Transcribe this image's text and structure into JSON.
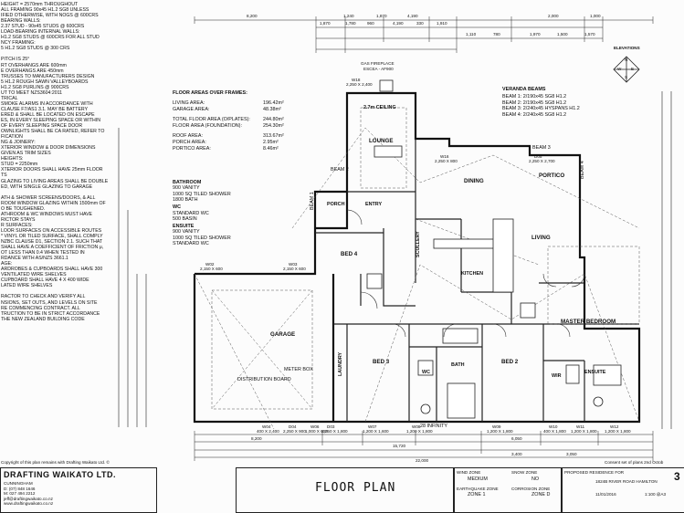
{
  "notes": [
    "HEIGHT = 2570mm THROUGHOUT",
    "ALL FRAMING 90x45 H1.2 SG8 UNLESS",
    "IFIED OTHERWISE, WITH NOGS @ 600CRS",
    "BEARING WALLS:",
    "2.37 STUD - 90x45 STUDS @ 600CRS",
    "LOAD-BEARING INTERNAL WALLS:",
    "H1.2 SG8 STUDS @ 600CRS FOR ALL STUD",
    "NCY FRAMING:",
    "5 H1.2 SG8 STUDS @ 300 CRS",
    "",
    "PITCH IS 25°",
    "RT OVERHANGS ARE 600mm",
    "E OVERHANGS ARE 450mm",
    "TRUSSES TO MANUFACTURERS DESIGN",
    "5 H1.2 ROUGH SAWN VALLEYBOARDS",
    "H1.2 SG8 PURLINS @ 900CRS",
    "UT TO MEET NZS3604:2011",
    "TRICAL",
    "SMOKE ALARMS IN ACCORDANCE WITH",
    "CLAUSE F7/AS1 3.1. MAY BE BATTERY",
    "ERED & SHALL BE LOCATED ON ESCAPE",
    "ES, IN EVERY SLEEPING SPACE OR WITHIN",
    "OF EVERY SLEEPING SPACE DOOR",
    "OWNLIGHTS SHALL BE CA RATED, REFER TO",
    "FICATION",
    "NG & JOINERY:",
    "XTERIOR WINDOW & DOOR DIMENSIONS",
    "GIVEN AS TRIM SIZES",
    "HEIGHTS:",
    "STUD      = 2250mm",
    "XTERIOR DOORS SHALL HAVE 25mm FLOOR",
    "TS",
    "GLAZING TO LIVING AREAS SHALL BE DOUBLE",
    "ED, WITH SINGLE GLAZING TO GARAGE",
    "",
    "ATH & SHOWER SCREENS/DOORS, & ALL",
    "ROOM WINDOW GLAZING WITHIN 1500mm OF",
    "O BE TOUGHENED.",
    "ATHROOM & WC WINDOWS MUST HAVE",
    "RICTOR STAYS",
    "R SURFACES:",
    "LOOR SURFACES ON ACCESSIBLE ROUTES",
    "* VINYL OR TILED SURFACE, SHALL COMPLY",
    "NZBC CLAUSE D1, SECTION 2.1. SUCH THAT",
    "SHALL HAVE A COEFFICIENT OF FRICTION μ,",
    "OT LESS THAN 0.4 WHEN TESTED IN",
    "RDANCE WITH AS/NZS 3661.1",
    "AGE:",
    "ARDROBES & CUPBOARDS SHALL HAVE 300",
    "VENTILATED WIRE SHELVES",
    "CUPBOARD SHALL HAVE 4 X 400 WIDE",
    "LATED WIRE SHELVES",
    "",
    "RACTOR TO CHECK AND VERIFY ALL",
    "NSIONS, SET OUTS, AND LEVELS ON SITE",
    "RE COMMENCING CONTRACT. ALL",
    "TRUCTION TO BE IN STRICT ACCORDANCE",
    "THE NEW ZEALAND BUILDING CODE"
  ],
  "areas": {
    "heading": "FLOOR AREAS OVER FRAMES:",
    "rows": [
      {
        "label": "LIVING AREA:",
        "value": "196.42m²"
      },
      {
        "label": "GARAGE AREA:",
        "value": "48.38m²"
      },
      {
        "label": "TOTAL FLOOR AREA (O/PLATES):",
        "value": "244.80m²"
      },
      {
        "label": "FLOOR AREA (FOUNDATION):",
        "value": "254.30m²"
      },
      {
        "label": "ROOF AREA:",
        "value": "313.67m²"
      },
      {
        "label": "PORCH AREA:",
        "value": "2.95m²"
      },
      {
        "label": "PORTICO AREA:",
        "value": "8.46m²"
      }
    ]
  },
  "fixtures": [
    {
      "title": "BATHROOM",
      "lines": [
        "900 VANITY",
        "1000 SQ TILED SHOWER",
        "1800 BATH"
      ]
    },
    {
      "title": "WC",
      "lines": [
        "STANDARD WC",
        "500 BASIN"
      ]
    },
    {
      "title": "ENSUITE",
      "lines": [
        "900 VANITY",
        "1000 SQ TILED SHOWER",
        "STANDARD WC"
      ]
    }
  ],
  "veranda": {
    "heading": "VERANDA BEAMS",
    "lines": [
      "BEAM 1: 2/190x45 SG8 H1.2",
      "BEAM 2: 2/190x45 SG8 H1.2",
      "BEAM 3: 2/240x45 HYSPANS H1.2",
      "BEAM 4: 2/240x45 SG8 H1.2"
    ]
  },
  "elevations": {
    "label": "ELEVATIONS",
    "n": "N",
    "s": "S",
    "e": "E",
    "w": "W"
  },
  "rooms": {
    "lounge": "LOUNGE",
    "ceiling": "2.7m CEILING",
    "dining": "DINING",
    "portico": "PORTICO",
    "living": "LIVING",
    "porch": "PORCH",
    "entry": "ENTRY",
    "bed4": "BED 4",
    "scullery": "SCULLERY",
    "kitchen": "KITCHEN",
    "garage": "GARAGE",
    "laundry": "LAUNDRY",
    "bed3": "BED 3",
    "wc": "WC",
    "bath": "BATH",
    "bed2": "BED 2",
    "wir": "WIR",
    "ensuite": "ENSUITE",
    "master": "MASTER BEDROOM",
    "meter": "METER BOX",
    "distribution": "DISTRIBUTION BOARD",
    "fireplace": "GAS FIREPLACE",
    "fireplace_model": "ESCEA - AF900"
  },
  "beams": {
    "b1": "BEAM 1",
    "b2": "BEAM 2",
    "b3": "BEAM 3",
    "b4": "BEAM 4"
  },
  "dims_top": [
    "8,200",
    "1,240",
    "1,870",
    "4,190",
    "2,000",
    "1,000",
    "1,870",
    "1,780",
    "960",
    "4,190",
    "330",
    "1,910",
    "1,110",
    "780",
    "1,970",
    "1,500",
    "1,570"
  ],
  "dims_bottom": [
    "8,200",
    "15,720",
    "3,400",
    "3,050",
    "6,050",
    "22,000"
  ],
  "window_tags": [
    {
      "id": "W04",
      "size": "400 X 2,400"
    },
    {
      "id": "D04",
      "size": "2,250 X 900"
    },
    {
      "id": "W06",
      "size": "1,000 X 600"
    },
    {
      "id": "W07",
      "size": "1,200 X 1,600"
    },
    {
      "id": "W08",
      "size": "1,200 X 1,800"
    },
    {
      "id": "W09",
      "size": "1,200 X 1,800"
    },
    {
      "id": "W10",
      "size": "400 X 1,800"
    },
    {
      "id": "W11",
      "size": "1,200 X 1,800"
    },
    {
      "id": "W12",
      "size": "1,200 X 1,800"
    },
    {
      "id": "W02",
      "size": "2,150 X 600"
    },
    {
      "id": "W03",
      "size": "2,150 X 600"
    },
    {
      "id": "D05",
      "size": "2,250 X 2,700"
    },
    {
      "id": "W18",
      "size": "2,250 X 2,400"
    },
    {
      "id": "W16",
      "size": "2,250 X 800"
    },
    {
      "id": "D03",
      "size": "2,250 X 1,800"
    }
  ],
  "infinity": "28 INFINITY",
  "copyright": "Copyright of this plan remains with Drafting Waikato Ltd. ©",
  "consent": "Consent set of plans 2nd Octob",
  "company": {
    "name": "DRAFTING WAIKATO LTD.",
    "contact": [
      "CUNNINGHAM",
      "D: (07) 848 1646",
      "M: 027 494 2212",
      "jeff@draftingwaikato.co.nz",
      "www.draftingwaikato.co.nz"
    ]
  },
  "title": "FLOOR PLAN",
  "tb_fields": {
    "wind_label": "WIND ZONE",
    "wind": "MEDIUM",
    "snow_label": "SNOW ZONE",
    "snow": "NO",
    "eq_label": "EARTHQUAKE ZONE",
    "eq": "ZONE 1",
    "corr_label": "CORROSION ZONE",
    "corr": "ZONE D",
    "project_label": "PROPOSED RESIDENCE FOR",
    "address": "1824B RIVER ROAD HAMILTON",
    "date": "11/01/2016",
    "scale": "1:100 @A3",
    "sheet": "3"
  }
}
